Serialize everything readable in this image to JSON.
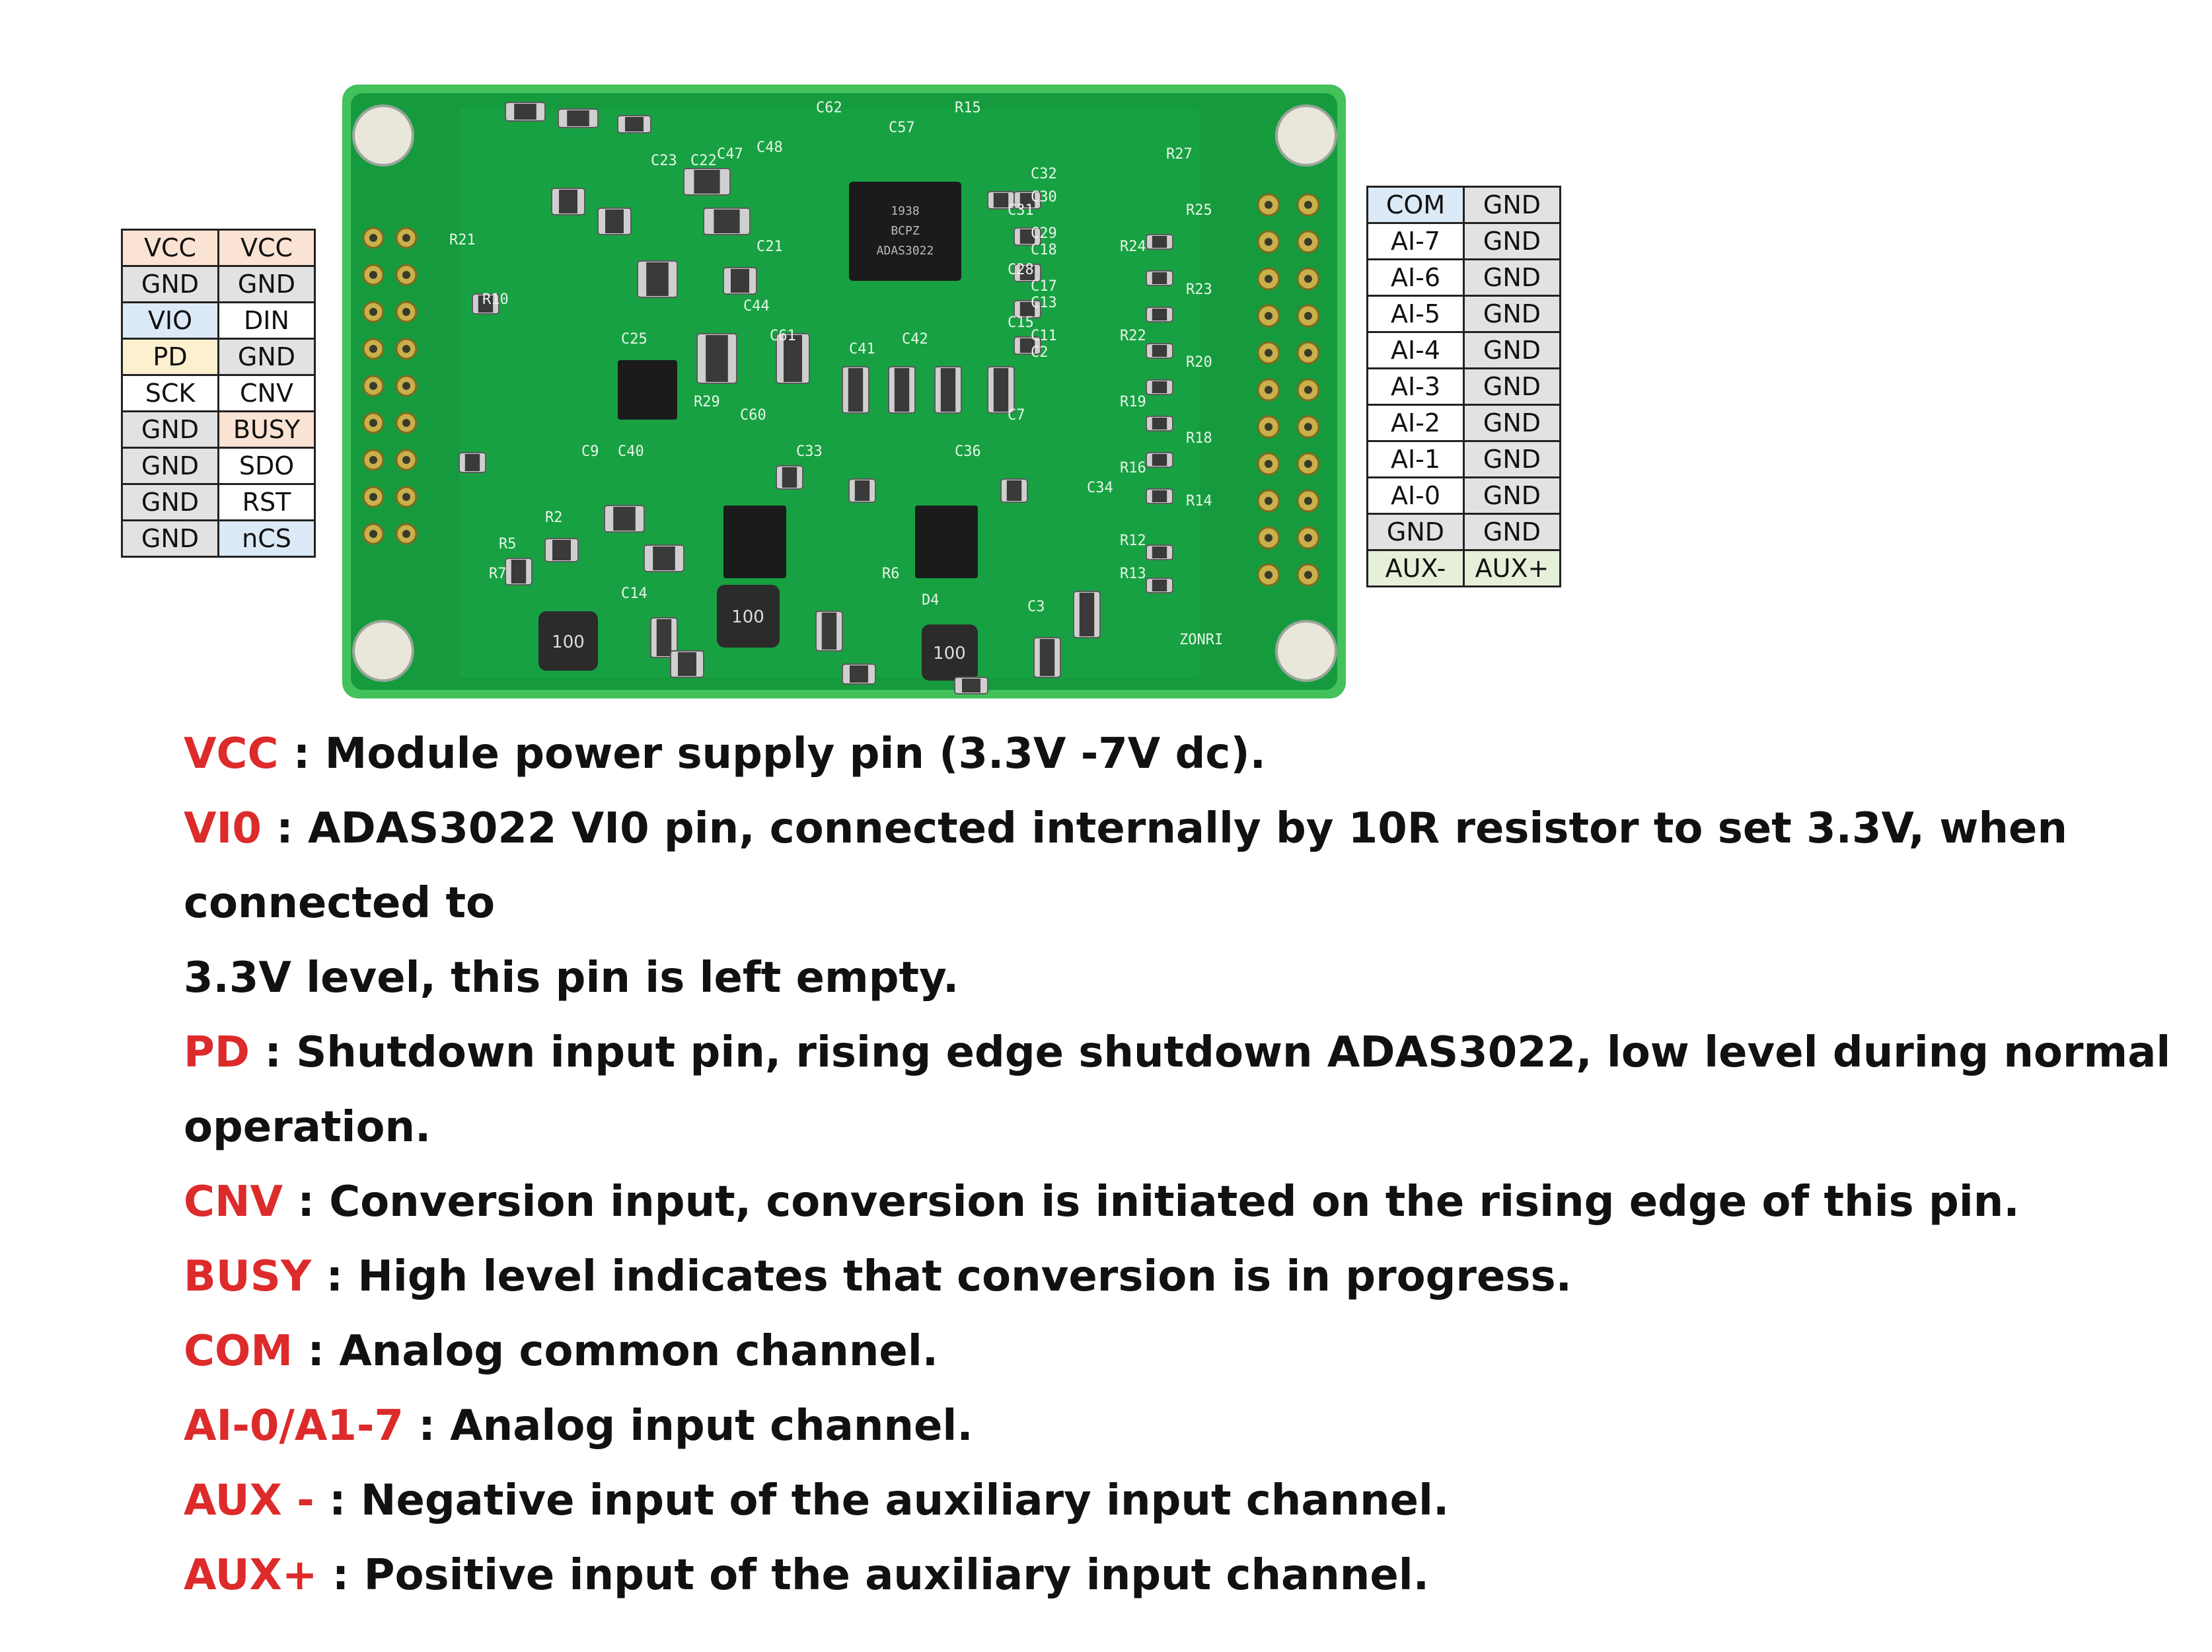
{
  "colors": {
    "term_red": "#dd2a2a",
    "pcb_green": "#159b3e",
    "pcb_edge": "#43c15a",
    "cell_orange": "#fbe3d4",
    "cell_gray": "#e2e2e2",
    "cell_blue": "#dce9f6",
    "cell_yellow": "#fdf0cf",
    "cell_green": "#e6efd8",
    "cell_white": "#ffffff"
  },
  "left_pins": [
    {
      "a": "VCC",
      "b": "VCC",
      "ca": "#fbe3d4",
      "cb": "#fbe3d4"
    },
    {
      "a": "GND",
      "b": "GND",
      "ca": "#e2e2e2",
      "cb": "#e2e2e2"
    },
    {
      "a": "VIO",
      "b": "DIN",
      "ca": "#dce9f6",
      "cb": "#ffffff"
    },
    {
      "a": "PD",
      "b": "GND",
      "ca": "#fdf0cf",
      "cb": "#e2e2e2"
    },
    {
      "a": "SCK",
      "b": "CNV",
      "ca": "#ffffff",
      "cb": "#ffffff"
    },
    {
      "a": "GND",
      "b": "BUSY",
      "ca": "#e2e2e2",
      "cb": "#fbe3d4"
    },
    {
      "a": "GND",
      "b": "SDO",
      "ca": "#e2e2e2",
      "cb": "#ffffff"
    },
    {
      "a": "GND",
      "b": "RST",
      "ca": "#e2e2e2",
      "cb": "#ffffff"
    },
    {
      "a": "GND",
      "b": "nCS",
      "ca": "#e2e2e2",
      "cb": "#dce9f6"
    }
  ],
  "right_pins": [
    {
      "a": "COM",
      "b": "GND",
      "ca": "#dce9f6",
      "cb": "#e2e2e2"
    },
    {
      "a": "AI-7",
      "b": "GND",
      "ca": "#ffffff",
      "cb": "#e2e2e2"
    },
    {
      "a": "AI-6",
      "b": "GND",
      "ca": "#ffffff",
      "cb": "#e2e2e2"
    },
    {
      "a": "AI-5",
      "b": "GND",
      "ca": "#ffffff",
      "cb": "#e2e2e2"
    },
    {
      "a": "AI-4",
      "b": "GND",
      "ca": "#ffffff",
      "cb": "#e2e2e2"
    },
    {
      "a": "AI-3",
      "b": "GND",
      "ca": "#ffffff",
      "cb": "#e2e2e2"
    },
    {
      "a": "AI-2",
      "b": "GND",
      "ca": "#ffffff",
      "cb": "#e2e2e2"
    },
    {
      "a": "AI-1",
      "b": "GND",
      "ca": "#ffffff",
      "cb": "#e2e2e2"
    },
    {
      "a": "AI-0",
      "b": "GND",
      "ca": "#ffffff",
      "cb": "#e2e2e2"
    },
    {
      "a": "GND",
      "b": "GND",
      "ca": "#e2e2e2",
      "cb": "#e2e2e2"
    },
    {
      "a": "AUX-",
      "b": "AUX+",
      "ca": "#e6efd8",
      "cb": "#e6efd8"
    }
  ],
  "board": {
    "chip_text": [
      "ADAS3022",
      "BCPZ",
      "1938"
    ],
    "silk_top": [
      "C62",
      "R15",
      "C57",
      "C47",
      "C48",
      "C23",
      "C22",
      "R27",
      "C32",
      "C30",
      "C29",
      "C18",
      "C17",
      "C13",
      "C11",
      "C2"
    ],
    "silk_mid": [
      "C21",
      "R10",
      "C44",
      "C25",
      "C61",
      "C41",
      "C42",
      "C60",
      "R29",
      "C9",
      "C40",
      "C33",
      "C36",
      "R21"
    ],
    "silk_right": [
      "R24",
      "R25",
      "R23",
      "R22",
      "R20",
      "R19",
      "R18",
      "R16",
      "R14",
      "R12",
      "R13"
    ],
    "silk_bottom": [
      "R2",
      "R5",
      "R7",
      "C14",
      "R6",
      "D4",
      "C3",
      "C34",
      "C7",
      "C15",
      "C28",
      "C31"
    ],
    "inductor_label": "100",
    "logo": "ZONRI"
  },
  "descriptions": [
    {
      "term": "VCC",
      "text": " : Module power supply pin (3.3V -7V dc)."
    },
    {
      "term": "VI0",
      "text": " : ADAS3022 VI0 pin, connected internally by 10R resistor to set 3.3V, when connected to"
    },
    {
      "term": "",
      "text": "3.3V level, this pin is left empty."
    },
    {
      "term": "PD",
      "text": " : Shutdown input pin, rising edge shutdown ADAS3022, low level during normal"
    },
    {
      "term": "",
      "text": "operation."
    },
    {
      "term": "CNV",
      "text": " : Conversion input, conversion is initiated on the rising edge of this pin."
    },
    {
      "term": "BUSY",
      "text": " : High level indicates that conversion is in progress."
    },
    {
      "term": "COM",
      "text": " : Analog common channel."
    },
    {
      "term": "AI-0/A1-7",
      "text": " : Analog input channel."
    },
    {
      "term": "AUX -",
      "text": " : Negative input of the auxiliary input channel."
    },
    {
      "term": "AUX+",
      "text": " : Positive input of the auxiliary input channel."
    }
  ]
}
